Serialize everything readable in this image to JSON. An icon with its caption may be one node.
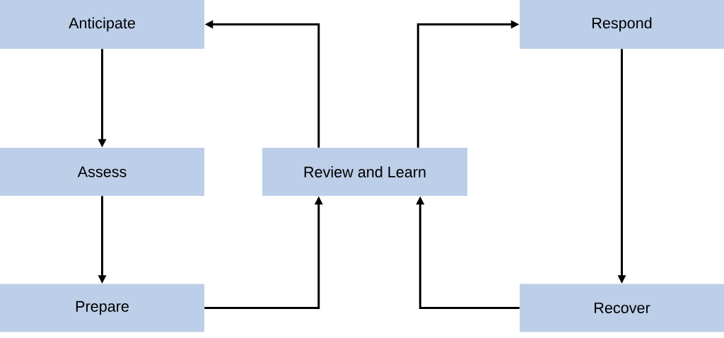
{
  "diagram": {
    "nodes": [
      {
        "text": [
          "Anticipate"
        ]
      },
      {
        "text": [
          "Assess"
        ]
      },
      {
        "text": [
          "Prepare"
        ]
      },
      {
        "text": [
          "Review and Learn"
        ]
      },
      {
        "text": [
          "Respond"
        ]
      },
      {
        "text": [
          "Recover"
        ]
      }
    ],
    "edges": [
      {
        "from": 0,
        "to": 1,
        "arrow": "to"
      },
      {
        "from": 1,
        "to": 2,
        "arrow": "to"
      },
      {
        "from": 2,
        "to": 3,
        "arrow": "to"
      },
      {
        "from": 3,
        "to": 0,
        "arrow": "to"
      },
      {
        "from": 3,
        "to": 4,
        "arrow": "to"
      },
      {
        "from": 4,
        "to": 5,
        "arrow": "to"
      },
      {
        "from": 5,
        "to": 3,
        "arrow": "to"
      }
    ]
  }
}
